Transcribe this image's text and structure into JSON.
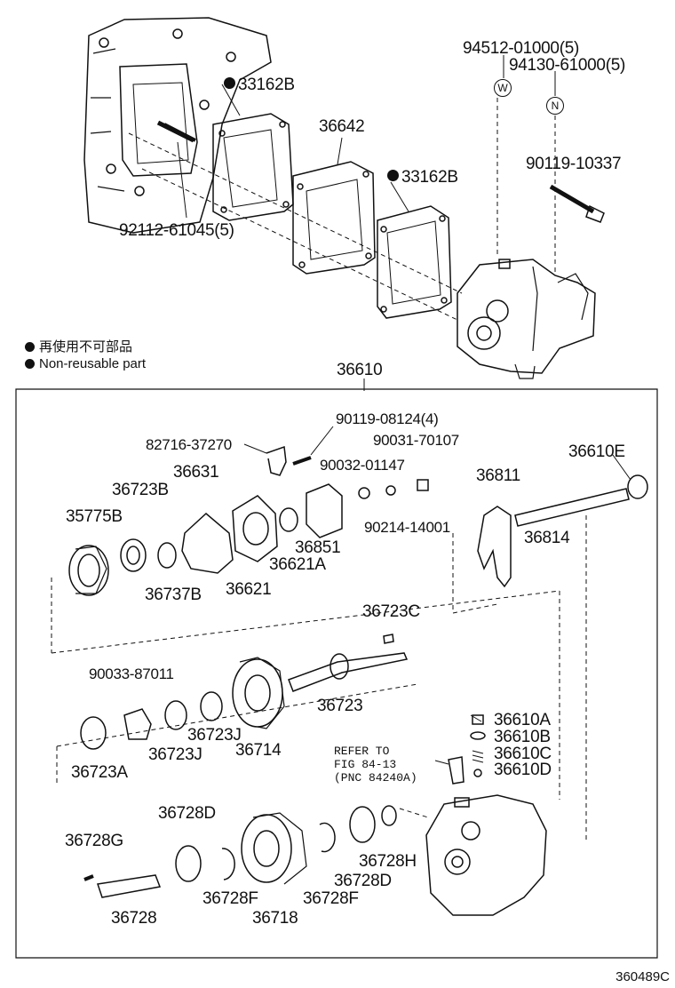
{
  "parts": {
    "p_94512": "94512-01000(5)",
    "p_94130": "94130-61000(5)",
    "p_33162b_top": "33162B",
    "p_36642": "36642",
    "p_33162b_mid": "33162B",
    "p_90119_10337": "90119-10337",
    "p_92112": "92112-61045(5)",
    "p_36610": "36610",
    "p_90119_08124": "90119-08124(4)",
    "p_82716": "82716-37270",
    "p_90031": "90031-70107",
    "p_36631": "36631",
    "p_90032": "90032-01147",
    "p_36610e": "36610E",
    "p_36723b": "36723B",
    "p_36811": "36811",
    "p_35775b": "35775B",
    "p_90214": "90214-14001",
    "p_36814": "36814",
    "p_36851": "36851",
    "p_36621a": "36621A",
    "p_36737b": "36737B",
    "p_36621": "36621",
    "p_36723c": "36723C",
    "p_90033": "90033-87011",
    "p_36723": "36723",
    "p_36723j_a": "36723J",
    "p_36723j_b": "36723J",
    "p_36714": "36714",
    "p_36723a": "36723A",
    "p_36610a": "36610A",
    "p_36610b": "36610B",
    "p_36610c": "36610C",
    "p_36610d": "36610D",
    "p_36728d_top": "36728D",
    "p_36728g": "36728G",
    "p_36728h": "36728H",
    "p_36728d_bot": "36728D",
    "p_36728f_a": "36728F",
    "p_36728f_b": "36728F",
    "p_36718": "36718",
    "p_36728": "36728"
  },
  "markers": {
    "w": "W",
    "n": "N"
  },
  "refer_note": "REFER TO\nFIG 84-13\n(PNC 84240A)",
  "legend": {
    "jp": "再使用不可部品",
    "en": "Non-reusable part"
  },
  "illustration_code": "360489C"
}
